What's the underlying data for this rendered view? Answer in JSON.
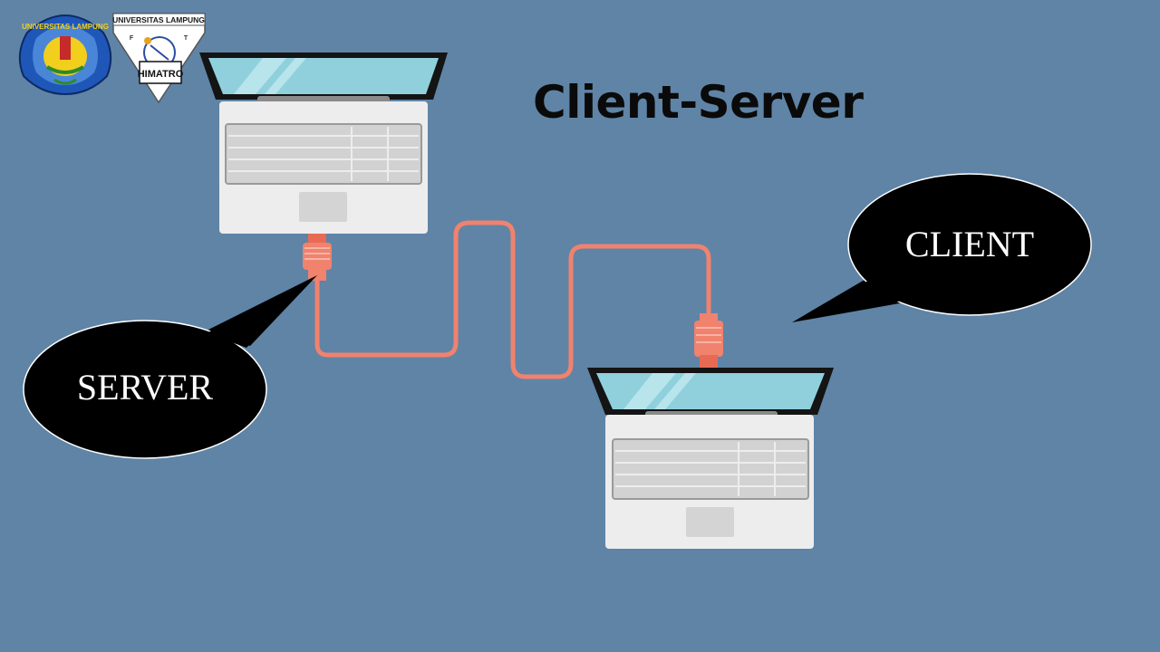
{
  "slide": {
    "title": "Client-Server",
    "server_label": "SERVER",
    "client_label": "CLIENT"
  },
  "logos": {
    "unila": {
      "ring_text": "UNIVERSITAS LAMPUNG"
    },
    "himatro": {
      "top_text": "UNIVERSITAS LAMPUNG",
      "left_letter": "F",
      "right_letter": "T",
      "word": "HIMATRO"
    }
  },
  "colors": {
    "background": "#5f84a6",
    "cable": "#f0826e",
    "bubble": "#000000",
    "screen": "#8fd0dc",
    "laptop_body": "#ededed"
  }
}
